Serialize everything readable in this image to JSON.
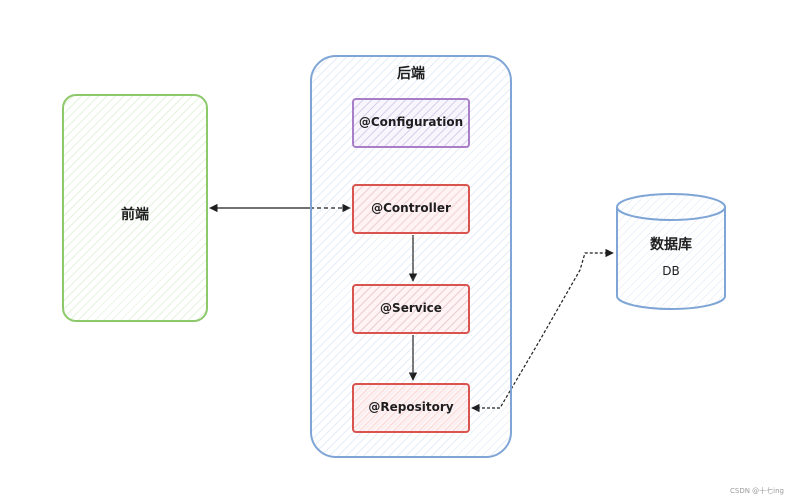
{
  "diagram": {
    "frontend": {
      "label": "前端"
    },
    "backend": {
      "label": "后端"
    },
    "components": [
      {
        "id": "configuration",
        "label": "@Configuration"
      },
      {
        "id": "controller",
        "label": "@Controller"
      },
      {
        "id": "service",
        "label": "@Service"
      },
      {
        "id": "repository",
        "label": "@Repository"
      }
    ],
    "database": {
      "label": "数据库",
      "sublabel": "DB"
    },
    "watermark": "CSDN @十七ing"
  },
  "colors": {
    "frontend_border": "#8cc96a",
    "backend_border": "#7ea5d6",
    "component_border": "#d9534f",
    "configuration_border": "#a97ec9",
    "database_border": "#7ea5d6",
    "arrow": "#1e1e1e"
  }
}
